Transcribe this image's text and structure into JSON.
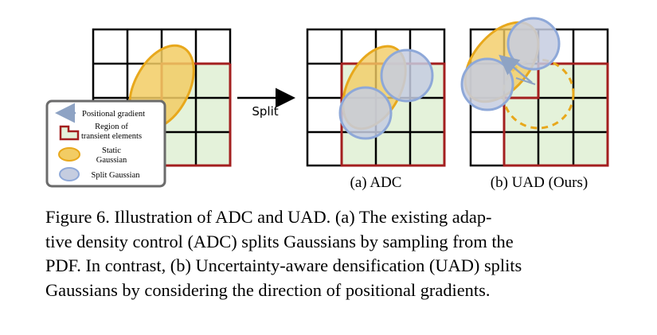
{
  "figure": {
    "split_label": "Split",
    "panel_a_label": "(a) ADC",
    "panel_b_label": "(b) UAD (Ours)",
    "legend": {
      "items": [
        {
          "label_lines": [
            "Positional gradient"
          ],
          "icon": "arrow-icon"
        },
        {
          "label_lines": [
            "Region of",
            "transient elements"
          ],
          "icon": "region-icon"
        },
        {
          "label_lines": [
            "Static",
            "Gaussian"
          ],
          "icon": "static-gaussian-icon"
        },
        {
          "label_lines": [
            "Split Gaussian"
          ],
          "icon": "split-gaussian-icon"
        }
      ]
    },
    "colors": {
      "grid_line": "#000000",
      "region_border": "#a31f1f",
      "region_fill": "#e4f2da",
      "static_gaussian_fill": "#f2cc64",
      "static_gaussian_stroke": "#e8a81c",
      "split_gaussian_fill": "#c5cde0",
      "split_gaussian_stroke": "#8ea8d8",
      "gradient_arrow": "#8ea3c4",
      "legend_border": "#6b6b6b"
    }
  },
  "caption": {
    "lines": [
      "Figure 6. Illustration of ADC and UAD. (a) The existing adap-",
      "tive density control (ADC) splits Gaussians by sampling from the",
      "PDF. In contrast, (b) Uncertainty-aware densification (UAD) splits",
      "Gaussians by considering the direction of positional gradients."
    ]
  }
}
